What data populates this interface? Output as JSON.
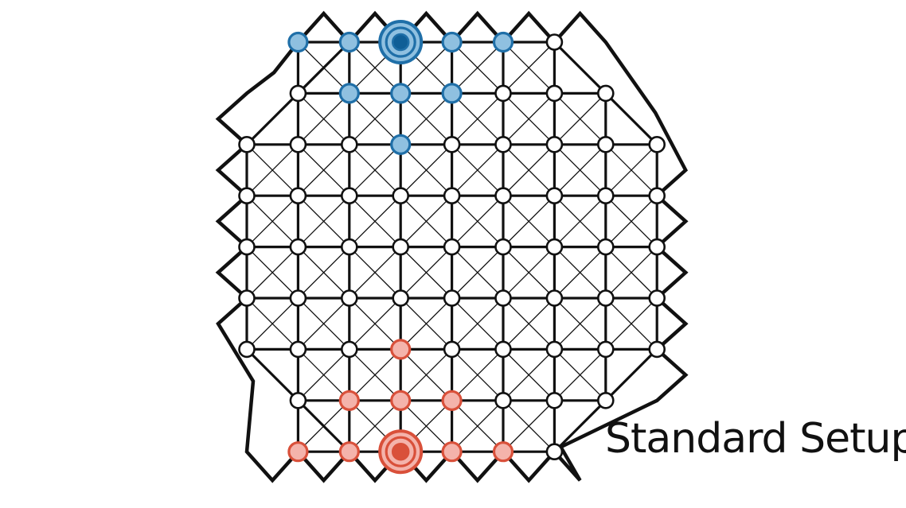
{
  "caption": "Standard Setup",
  "colors": {
    "line": "#111111",
    "empty_fill": "#ffffff",
    "blue_stroke": "#1f6fa8",
    "blue_fill": "#8fc0e0",
    "blue_core": "#0f5e96",
    "red_stroke": "#d9503a",
    "red_fill": "#f4b3ab",
    "red_core": "#d9503a"
  },
  "board": {
    "columns": 9,
    "rows": 9,
    "blue_pieces": [
      {
        "col": 1,
        "row": 0,
        "kind": "stone"
      },
      {
        "col": 2,
        "row": 0,
        "kind": "stone"
      },
      {
        "col": 3,
        "row": 0,
        "kind": "king"
      },
      {
        "col": 4,
        "row": 0,
        "kind": "stone"
      },
      {
        "col": 5,
        "row": 0,
        "kind": "stone"
      },
      {
        "col": 2,
        "row": 1,
        "kind": "stone"
      },
      {
        "col": 3,
        "row": 1,
        "kind": "stone"
      },
      {
        "col": 4,
        "row": 1,
        "kind": "stone"
      },
      {
        "col": 3,
        "row": 2,
        "kind": "stone"
      }
    ],
    "red_pieces": [
      {
        "col": 3,
        "row": 6,
        "kind": "stone"
      },
      {
        "col": 2,
        "row": 7,
        "kind": "stone"
      },
      {
        "col": 3,
        "row": 7,
        "kind": "stone"
      },
      {
        "col": 4,
        "row": 7,
        "kind": "stone"
      },
      {
        "col": 1,
        "row": 8,
        "kind": "stone"
      },
      {
        "col": 2,
        "row": 8,
        "kind": "stone"
      },
      {
        "col": 3,
        "row": 8,
        "kind": "king"
      },
      {
        "col": 4,
        "row": 8,
        "kind": "stone"
      },
      {
        "col": 5,
        "row": 8,
        "kind": "stone"
      }
    ]
  }
}
